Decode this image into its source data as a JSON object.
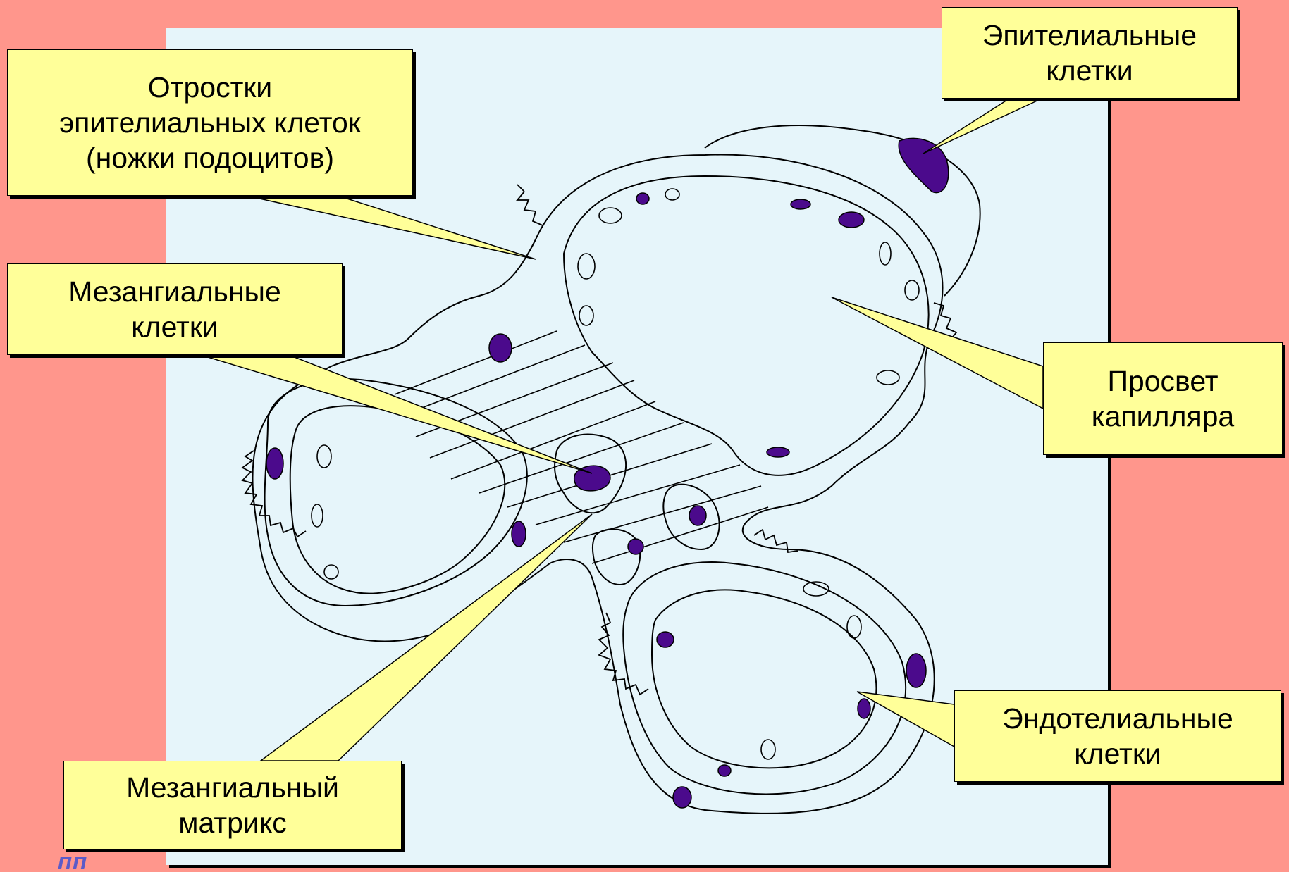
{
  "callouts": {
    "epithelial_cells": "Эпителиальные\nклетки",
    "epithelial_processes": "Отростки\nэпителиальных клеток\n(ножки подоцитов)",
    "mesangial_cells": "Мезангиальные\nклетки",
    "capillary_lumen": "Просвет\nкапилляра",
    "endothelial_cells": "Эндотелиальные\nклетки",
    "mesangial_matrix": "Мезангиальный\nматрикс"
  },
  "logo": {
    "text": "ПП"
  },
  "colors": {
    "slide_background": "#FF968C",
    "panel_background": "#E6F5FA",
    "callout_fill": "#FFFF99",
    "nucleus": "#4B0A8C",
    "outline": "#000000"
  }
}
